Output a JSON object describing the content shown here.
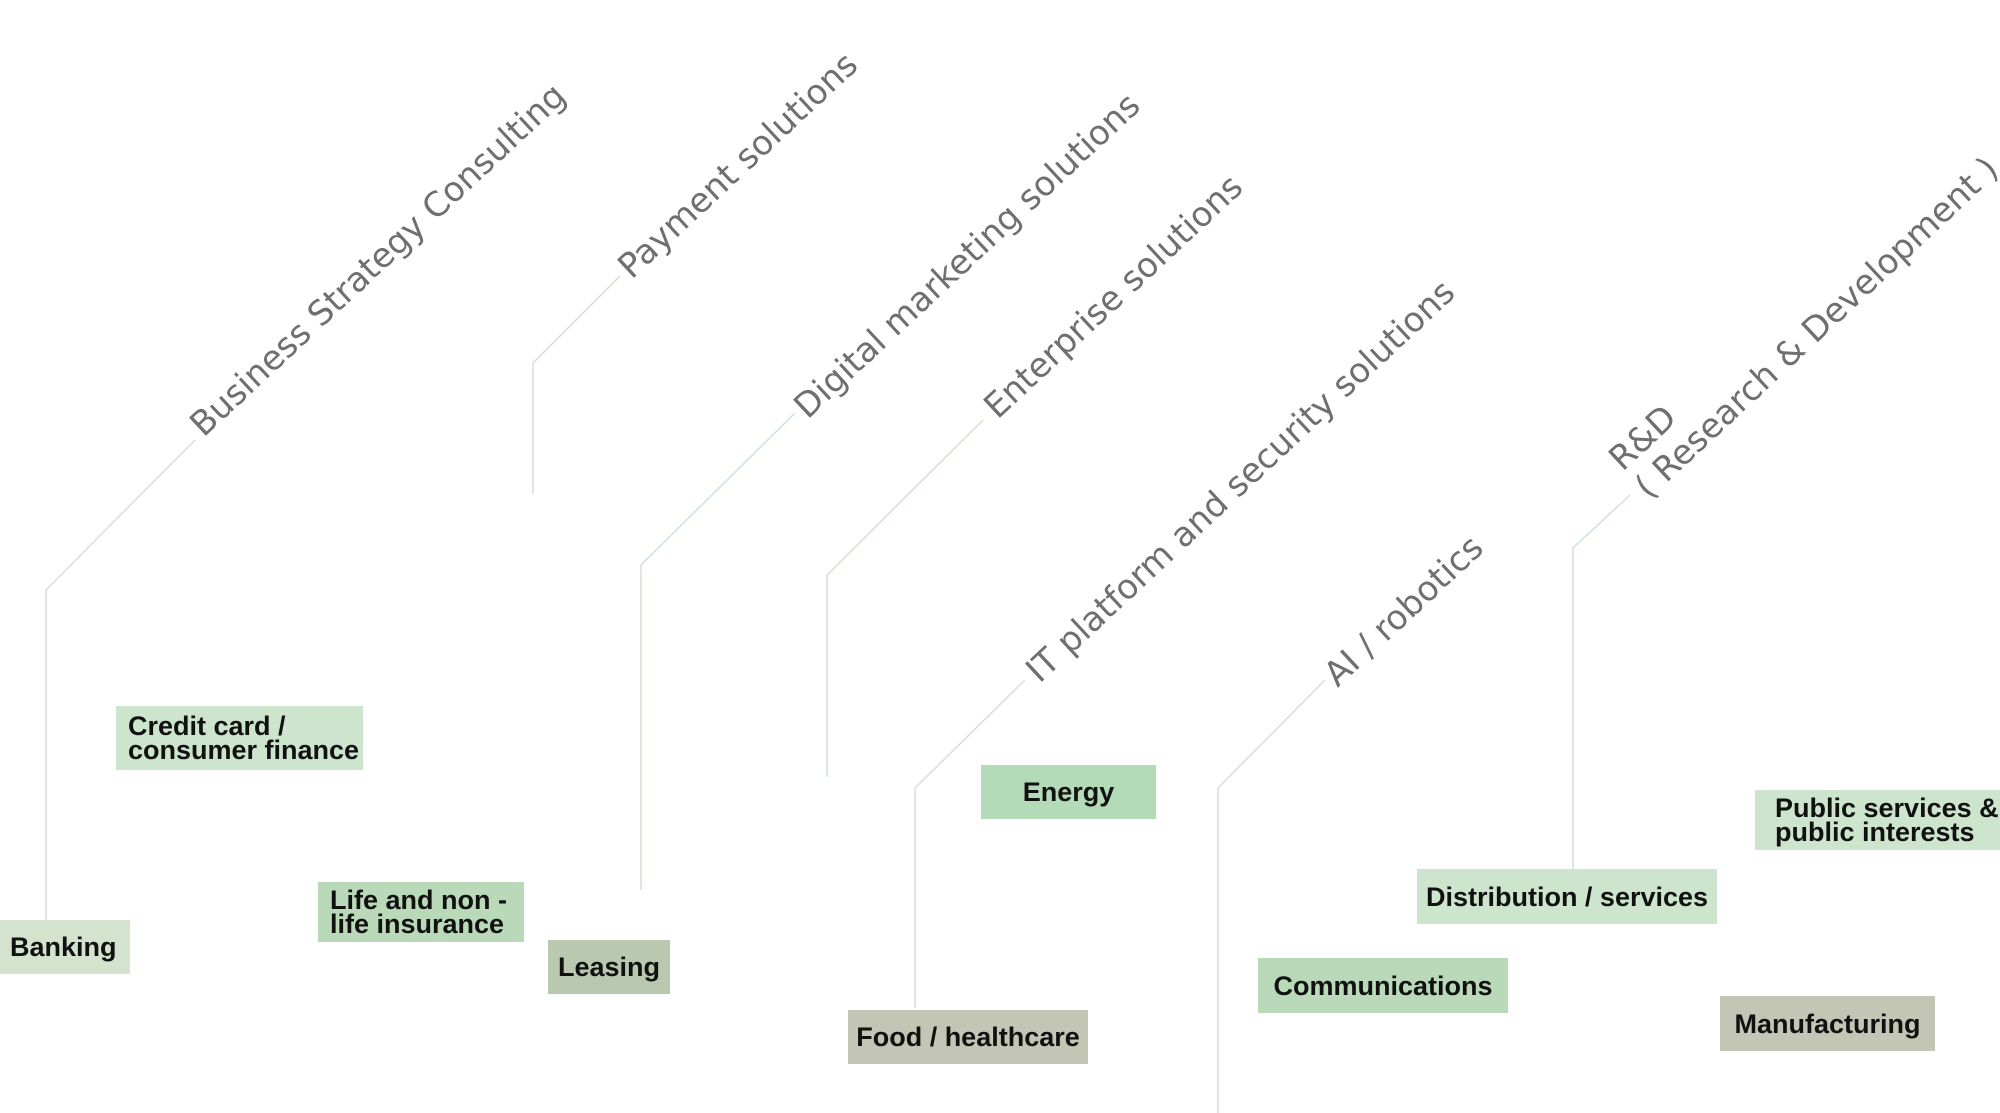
{
  "solutions": {
    "business_strategy": "Business Strategy Consulting",
    "payment": "Payment solutions",
    "digital_marketing": "Digital marketing solutions",
    "enterprise": "Enterprise solutions",
    "it_platform": "IT platform and security solutions",
    "ai_robotics": "AI / robotics",
    "rnd_line1": "R&D",
    "rnd_line2": "( Research & Development )"
  },
  "industries": {
    "credit_card_line1": "Credit card /",
    "credit_card_line2": "consumer finance",
    "banking": "Banking",
    "life_insurance_line1": "Life and non -",
    "life_insurance_line2": "life insurance",
    "leasing": "Leasing",
    "energy": "Energy",
    "food_healthcare": "Food / healthcare",
    "communications": "Communications",
    "distribution_services": "Distribution / services",
    "public_services_line1": "Public services &",
    "public_services_line2": "public interests",
    "manufacturing": "Manufacturing"
  },
  "colors": {
    "box_green_light": "#cde5cd",
    "box_green": "#b3dbb8",
    "box_olive": "#bac8b0",
    "box_gray": "#c3c6b5",
    "line_green": "#cfe3cf",
    "line_gray": "#dcdcdc",
    "label_text": "#6f6f6f"
  }
}
